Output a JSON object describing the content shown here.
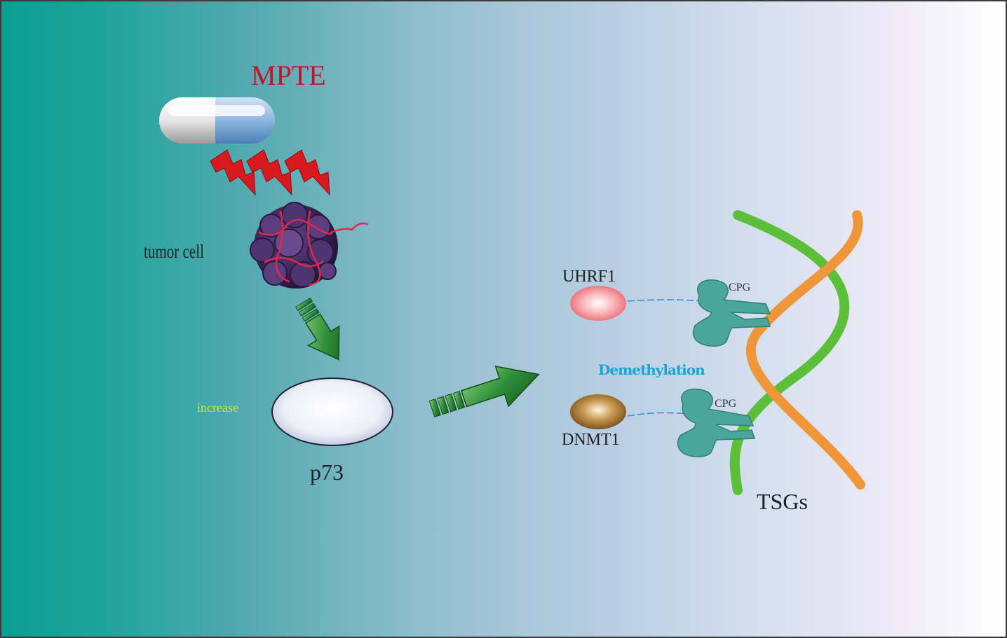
{
  "title": "MPTE",
  "labels": {
    "tumor_cell": "tumor cell",
    "increase": "increase",
    "p73": "p73",
    "uhrf1": "UHRF1",
    "dnmt1": "DNMT1",
    "demethylation": "Demethylation",
    "cpg_top": "CPG",
    "cpg_bottom": "CPG",
    "tsgs": "TSGs"
  },
  "icons": [
    "capsule-icon",
    "lightning-bolt-icon",
    "tumor-cell-icon",
    "green-arrow-icon",
    "dna-helix-icon",
    "receptor-icon"
  ],
  "colors": {
    "title": "#c0142a",
    "lightning": "#d81a1f",
    "increase": "#cde53a",
    "demethylation": "#1aa3d4",
    "arrow": "#2f8f3a",
    "dna_green": "#5cbf3a",
    "dna_orange": "#f0963a",
    "uhrf1": "#f48a90",
    "dnmt1": "#a8762c",
    "receptor": "#4aa59a"
  }
}
